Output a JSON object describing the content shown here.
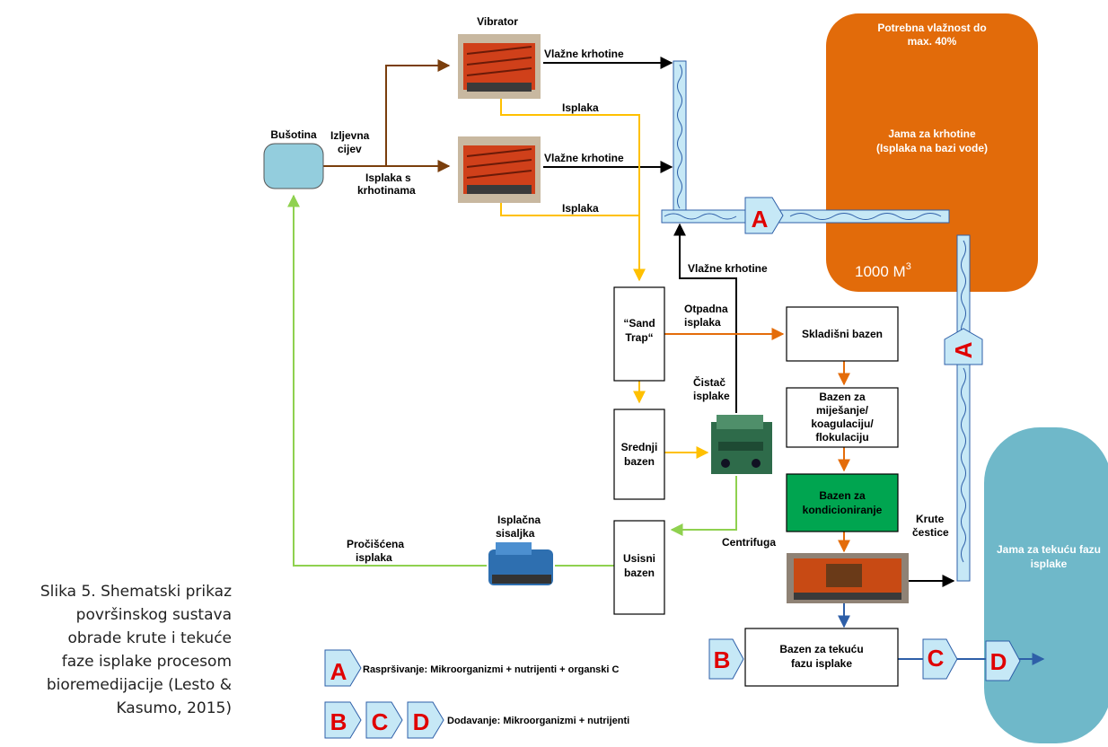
{
  "nodes": {
    "busotina": "Bušotina",
    "vibrator": "Vibrator",
    "sand_trap_l1": "“Sand",
    "sand_trap_l2": "Trap“",
    "srednji_l1": "Srednji",
    "srednji_l2": "bazen",
    "usisni_l1": "Usisni",
    "usisni_l2": "bazen",
    "skladisni": "Skladišni bazen",
    "mijesanje_l1": "Bazen za",
    "mijesanje_l2": "miješanje/",
    "mijesanje_l3": "koagulaciju/",
    "mijesanje_l4": "flokulaciju",
    "kond_l1": "Bazen za",
    "kond_l2": "kondicioniranje",
    "tekuca_l1": "Bazen za tekuću",
    "tekuca_l2": "fazu isplake",
    "jama_kr_top1": "Potrebna vlažnost do",
    "jama_kr_top2": "max. 40%",
    "jama_kr_mid1": "Jama za krhotine",
    "jama_kr_mid2": "(Isplaka na bazi vode)",
    "jama_kr_vol": "1000 M",
    "jama_kr_vol_sup": "3",
    "jama_tek_l1": "Jama za tekuću fazu",
    "jama_tek_l2": "isplake"
  },
  "labels": {
    "izljevna_l1": "Izljevna",
    "izljevna_l2": "cijev",
    "isplaka_s_l1": "Isplaka s",
    "isplaka_s_l2": "krhotinama",
    "vlazne1": "Vlažne krhotine",
    "vlazne2": "Vlažne krhotine",
    "vlazne3": "Vlažne krhotine",
    "isplaka1": "Isplaka",
    "isplaka2": "Isplaka",
    "otpadna_l1": "Otpadna",
    "otpadna_l2": "isplaka",
    "cistac_l1": "Čistač",
    "cistac_l2": "isplake",
    "isplacna_l1": "Isplačna",
    "isplacna_l2": "sisaljka",
    "prociscena_l1": "Pročišćena",
    "prociscena_l2": "isplaka",
    "centrifuga": "Centrifuga",
    "krute_l1": "Krute",
    "krute_l2": "čestice"
  },
  "markers": {
    "a": "A",
    "b": "B",
    "c": "C",
    "d": "D"
  },
  "legend": {
    "line_a": "Raspršivanje: Mikroorganizmi + nutrijenti + organski C",
    "line_bcd": "Dodavanje: Mikroorganizmi + nutrijenti"
  },
  "caption": {
    "l1": "Slika 5. Shematski prikaz",
    "l2": "površinskog sustava",
    "l3": "obrade krute i tekuće",
    "l4": "faze isplake procesom",
    "l5": "bioremedijacije (Lesto &",
    "l6": "Kasumo, 2015)"
  },
  "colors": {
    "brown": "#7a3e0c",
    "yellow": "#ffc000",
    "green": "#8fd14f",
    "orange_arrow": "#e46c0a",
    "blue_arrow": "#2e5fa8",
    "pit_orange": "#e26b0a",
    "pit_teal": "#6fb8c9",
    "conditioning": "#00a550",
    "pipe": "#c6e8f6",
    "wellhead": "#93cddd"
  }
}
